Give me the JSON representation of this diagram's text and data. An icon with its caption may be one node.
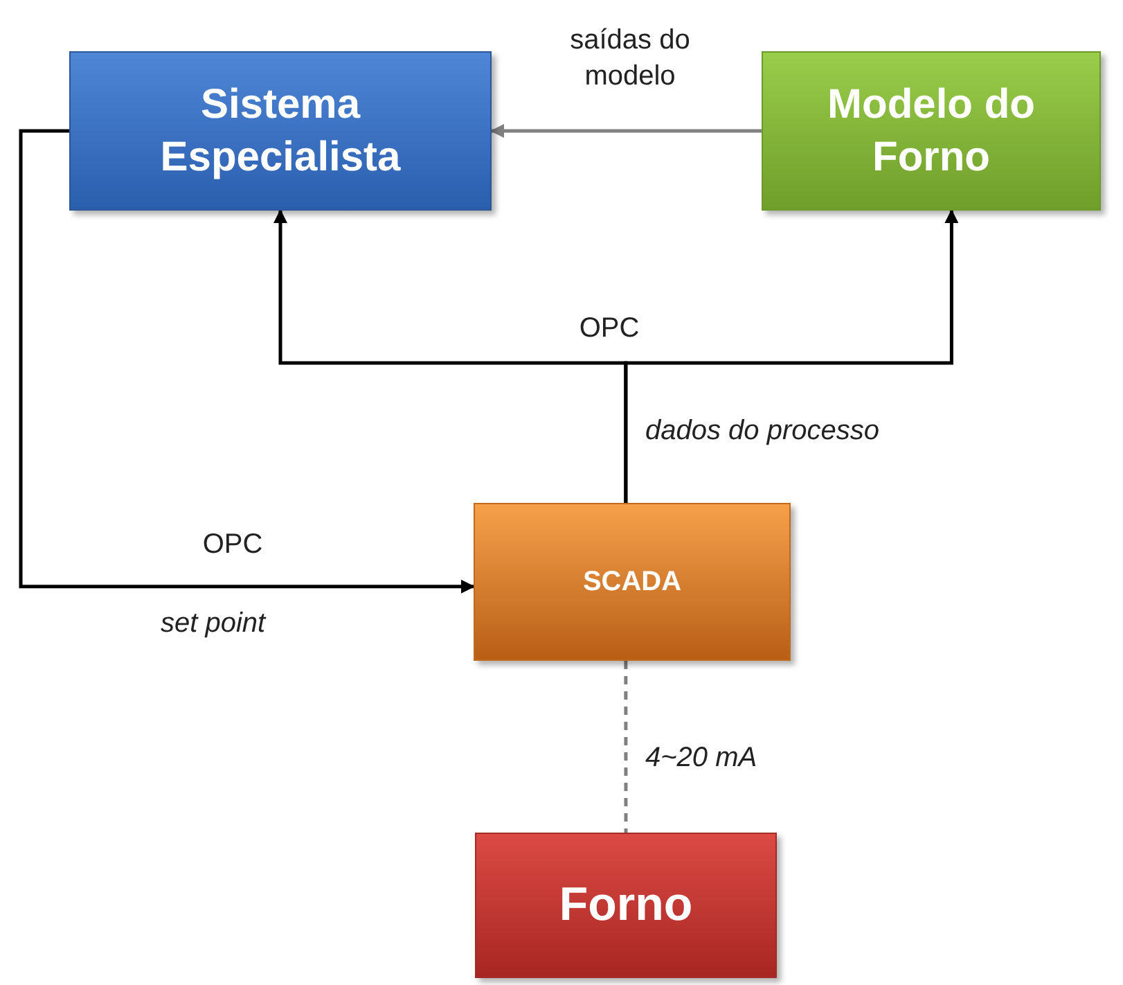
{
  "diagram": {
    "nodes": [
      {
        "text": [
          "Sistema Especialista"
        ]
      },
      {
        "text": [
          "Modelo do Forno"
        ]
      },
      {
        "text": [
          "SCADA"
        ]
      },
      {
        "text": [
          "Forno"
        ]
      }
    ],
    "edges": [
      {
        "from": 1,
        "to": 0,
        "arrow": "to",
        "label": "saídas do modelo",
        "color": "#808080"
      },
      {
        "from": 2,
        "to": 0,
        "arrow": "to",
        "label": "OPC"
      },
      {
        "from": 2,
        "to": 1,
        "arrow": "to"
      },
      {
        "from": 0,
        "to": 2,
        "arrow": "to",
        "label": "OPC"
      },
      {
        "from": 2,
        "to": 3,
        "arrow": "none",
        "label": "4~20 mA",
        "style": "dashed",
        "color": "#808080"
      }
    ],
    "labels": [
      "dados do processo",
      "set point"
    ]
  }
}
